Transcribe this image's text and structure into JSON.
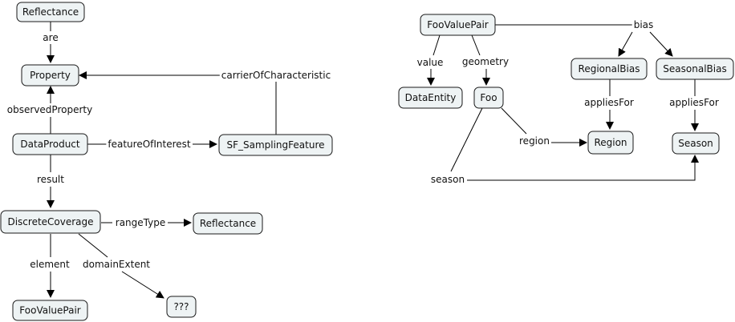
{
  "nodes": {
    "reflectance_top": "Reflectance",
    "property": "Property",
    "data_product": "DataProduct",
    "sf_sampling_feature": "SF_SamplingFeature",
    "discrete_coverage": "DiscreteCoverage",
    "reflectance_range": "Reflectance",
    "foo_value_pair_left": "FooValuePair",
    "unknown": "???",
    "foo_value_pair_right": "FooValuePair",
    "data_entity": "DataEntity",
    "foo": "Foo",
    "regional_bias": "RegionalBias",
    "seasonal_bias": "SeasonalBias",
    "region": "Region",
    "season": "Season"
  },
  "edges": {
    "are": "are",
    "carrier_of_characteristic": "carrierOfCharacteristic",
    "observed_property": "observedProperty",
    "feature_of_interest": "featureOfInterest",
    "result": "result",
    "range_type": "rangeType",
    "element": "element",
    "domain_extent": "domainExtent",
    "bias": "bias",
    "value": "value",
    "geometry": "geometry",
    "applies_for_region": "appliesFor",
    "applies_for_season": "appliesFor",
    "region": "region",
    "season": "season"
  }
}
